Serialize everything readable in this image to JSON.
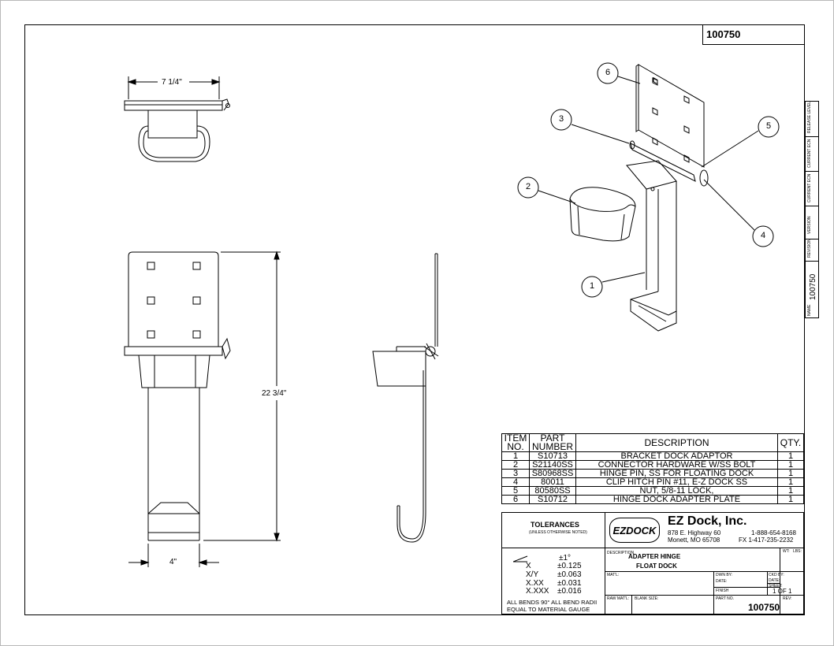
{
  "drawing": {
    "part_number": "100750",
    "side_tab": {
      "labels": [
        "RELEASE LEVEL",
        "CURRENT ECN",
        "CURRENT ECN",
        "VERSION",
        "REVISION",
        "NAME"
      ],
      "name_value": "100750"
    },
    "dimensions": {
      "top_width": "7 1/4\"",
      "height": "22 3/4\"",
      "bottom_width": "4\""
    },
    "balloons": [
      "6",
      "3",
      "5",
      "2",
      "4",
      "1"
    ]
  },
  "bom": {
    "headers": {
      "item_no": "ITEM NO.",
      "part_number": "PART NUMBER",
      "description": "DESCRIPTION",
      "qty": "QTY."
    },
    "rows": [
      {
        "item": "1",
        "part": "S10713",
        "desc": "BRACKET DOCK ADAPTOR",
        "qty": "1"
      },
      {
        "item": "2",
        "part": "S21140SS",
        "desc": "CONNECTOR HARDWARE W/SS BOLT",
        "qty": "1"
      },
      {
        "item": "3",
        "part": "S80968SS",
        "desc": "HINGE PIN, SS FOR FLOATING DOCK",
        "qty": "1"
      },
      {
        "item": "4",
        "part": "80011",
        "desc": "CLIP HITCH PIN #11, E-Z DOCK SS",
        "qty": "1"
      },
      {
        "item": "5",
        "part": "80580SS",
        "desc": "NUT, 5/8-11 LOCK,",
        "qty": "1"
      },
      {
        "item": "6",
        "part": "S10712",
        "desc": "HINGE DOCK ADAPTER PLATE",
        "qty": "1"
      }
    ]
  },
  "title_block": {
    "tolerances": {
      "heading": "TOLERANCES",
      "sub": "(UNLESS OTHERWISE NOTED)",
      "rows": [
        {
          "label": "",
          "value": "±1°"
        },
        {
          "label": "X",
          "value": "±0.125"
        },
        {
          "label": "X/Y",
          "value": "±0.063"
        },
        {
          "label": "X.XX",
          "value": "±0.031"
        },
        {
          "label": "X.XXX",
          "value": "±0.016"
        }
      ],
      "note_line1": "ALL BENDS 90°   ALL BEND RADII",
      "note_line2": "EQUAL TO MATERIAL GAUGE"
    },
    "company": {
      "logo": "EZDOCK",
      "name": "EZ Dock, Inc.",
      "address1": "878 E. Highway 60",
      "address2": "Monett, MO 65708",
      "phone": "1-888-654-8168",
      "fax": "FX  1-417-235-2232"
    },
    "labels": {
      "wt": "WT:",
      "lbs": "LBS:",
      "description": "DESCRIPTION",
      "matl": "MAT'L:",
      "dwn_by": "DWN BY:",
      "date1": "DATE:",
      "ckd_by": "CKD BY:",
      "date2": "DATE:",
      "finish": "FINISH",
      "sheet": "SHEET:",
      "raw_matl": "RAW MAT'L:",
      "blank_size": "BLANK SIZE:",
      "part_no": "PART NO.",
      "rev": "REV:"
    },
    "description_line1": "ADAPTER HINGE",
    "description_line2": "FLOAT DOCK",
    "sheet_value": "1 OF 1",
    "part_no_value": "100750"
  }
}
